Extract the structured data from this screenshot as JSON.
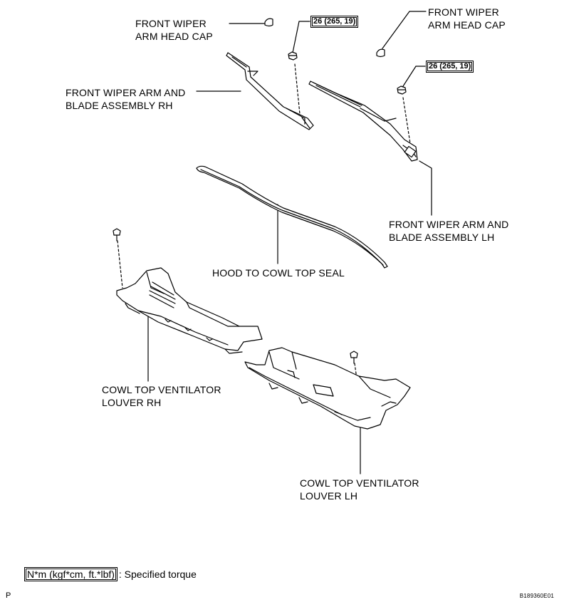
{
  "labels": {
    "cap_rh": [
      "FRONT WIPER",
      "ARM HEAD CAP"
    ],
    "cap_lh": [
      "FRONT WIPER",
      "ARM HEAD CAP"
    ],
    "arm_rh": [
      "FRONT WIPER ARM AND",
      "BLADE ASSEMBLY RH"
    ],
    "arm_lh": [
      "FRONT WIPER ARM AND",
      "BLADE ASSEMBLY LH"
    ],
    "seal": "HOOD TO COWL TOP SEAL",
    "louver_rh": [
      "COWL TOP VENTILATOR",
      "LOUVER RH"
    ],
    "louver_lh": [
      "COWL TOP VENTILATOR",
      "LOUVER LH"
    ]
  },
  "torque": {
    "rh": "26 (265, 19)",
    "lh": "26 (265, 19)"
  },
  "legend": {
    "box": "N*m (kgf*cm, ft.*lbf)",
    "text": ": Specified torque"
  },
  "footer": {
    "page_code": "P",
    "image_code": "B189360E01"
  }
}
